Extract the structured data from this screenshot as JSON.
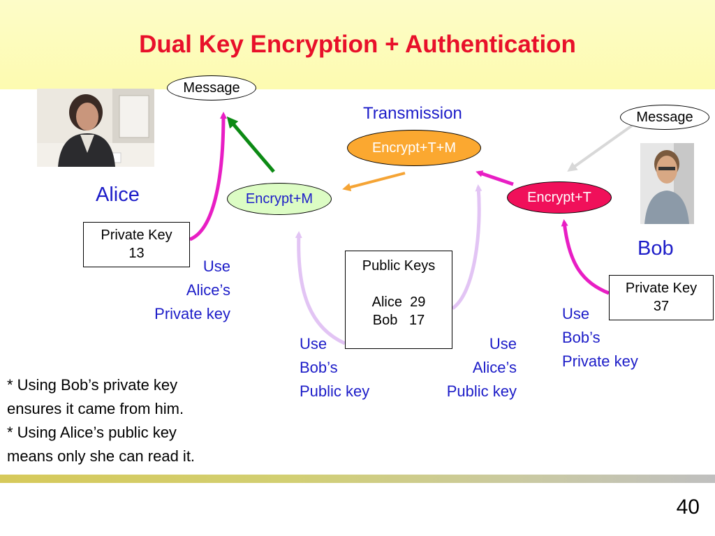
{
  "title": "Dual Key Encryption + Authentication",
  "page_number": "40",
  "people": {
    "alice": {
      "name": "Alice"
    },
    "bob": {
      "name": "Bob"
    }
  },
  "nodes": {
    "message_left": "Message",
    "message_right": "Message",
    "transmission_label": "Transmission",
    "encrypt_t_m": "Encrypt+T+M",
    "encrypt_m": "Encrypt+M",
    "encrypt_t": "Encrypt+T"
  },
  "keys": {
    "alice_private": {
      "label": "Private Key",
      "value": "13"
    },
    "bob_private": {
      "label": "Private Key",
      "value": "37"
    },
    "public": {
      "label": "Public Keys",
      "rows": [
        {
          "name": "Alice",
          "value": "29",
          "text": "Alice  29"
        },
        {
          "name": "Bob",
          "value": "17",
          "text": "Bob   17"
        }
      ]
    }
  },
  "captions": {
    "alice_private": [
      "Use",
      "Alice’s",
      "Private key"
    ],
    "bob_public": [
      "Use",
      "Bob’s",
      "Public key"
    ],
    "alice_public": [
      "Use",
      "Alice’s",
      "Public key"
    ],
    "bob_private": [
      "Use",
      "Bob’s",
      "Private key"
    ]
  },
  "notes": [
    "* Using Bob’s private key",
    "ensures it came from him.",
    "* Using Alice’s public key",
    "means only she can read it."
  ],
  "colors": {
    "title": "#e8102a",
    "label_text": "#1c1cc8",
    "encrypt_t_m_fill": "#fba830",
    "encrypt_m_fill": "#dcfcc4",
    "encrypt_t_fill": "#f0105a",
    "arrow_magenta": "#e81ec4",
    "arrow_lilac": "#e2c4f4",
    "arrow_orange": "#f5a435",
    "arrow_green": "#0c8a14",
    "arrow_gray": "#d8d8d8"
  }
}
